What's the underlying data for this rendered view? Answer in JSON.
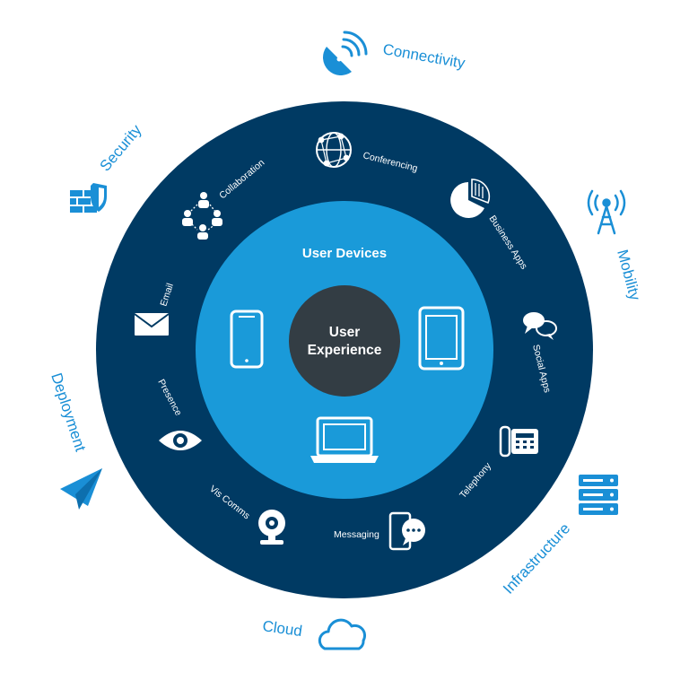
{
  "colors": {
    "outer_ring": "#003a63",
    "inner_ring": "#1a9ad9",
    "center": "#333d44",
    "outer_text": "#1a8fd6",
    "white": "#ffffff"
  },
  "center": {
    "line1": "User",
    "line2": "Experience"
  },
  "inner_title": "User Devices",
  "devices": [
    {
      "name": "phone",
      "icon": "smartphone-icon"
    },
    {
      "name": "tablet",
      "icon": "tablet-icon"
    },
    {
      "name": "laptop",
      "icon": "laptop-icon"
    }
  ],
  "ring_items": [
    {
      "label": "Collaboration",
      "icon": "collaboration-users-icon"
    },
    {
      "label": "Conferencing",
      "icon": "globe-network-icon"
    },
    {
      "label": "Business Apps",
      "icon": "pie-chart-icon"
    },
    {
      "label": "Social Apps",
      "icon": "chat-bubbles-icon"
    },
    {
      "label": "Telephony",
      "icon": "desk-phone-icon"
    },
    {
      "label": "Messaging",
      "icon": "mobile-message-icon"
    },
    {
      "label": "Vis Comms",
      "icon": "webcam-icon"
    },
    {
      "label": "Presence",
      "icon": "eye-icon"
    },
    {
      "label": "Email",
      "icon": "envelope-icon"
    }
  ],
  "outer_items": [
    {
      "label": "Connectivity",
      "icon": "satellite-dish-icon"
    },
    {
      "label": "Mobility",
      "icon": "antenna-tower-icon"
    },
    {
      "label": "Infrastructure",
      "icon": "server-rack-icon"
    },
    {
      "label": "Cloud",
      "icon": "cloud-icon"
    },
    {
      "label": "Deployment",
      "icon": "paper-plane-icon"
    },
    {
      "label": "Security",
      "icon": "firewall-shield-icon"
    }
  ]
}
